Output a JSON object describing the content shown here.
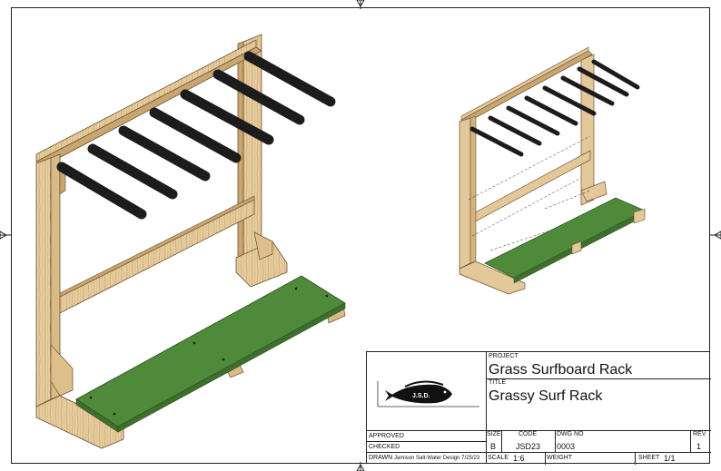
{
  "title_block": {
    "project_label": "PROJECT",
    "project_value": "Grass Surfboard Rack",
    "title_label": "TITLE",
    "title_value": "Grassy Surf Rack",
    "logo_text": "J.S.D.",
    "approved_label": "APPROVED",
    "checked_label": "CHECKED",
    "drawn_label": "DRAWN",
    "drawn_value": "Jamison Salt-Water Design 7/25/23",
    "size_label": "SIZE",
    "size_value": "B",
    "code_label": "CODE",
    "code_value": "JSD23",
    "dwg_no_label": "DWG NO",
    "dwg_no_value": "0003",
    "rev_label": "REV",
    "rev_value": "1",
    "scale_label": "SCALE",
    "scale_value": "1:6",
    "weight_label": "WEIGHT",
    "sheet_label": "SHEET",
    "sheet_value": "1/1"
  },
  "colors": {
    "wood": "#e3c89a",
    "wood_dark": "#c9a66f",
    "grass": "#4f8a3a",
    "grass_dark": "#3e6f2c",
    "bar": "#1c1c1c"
  }
}
